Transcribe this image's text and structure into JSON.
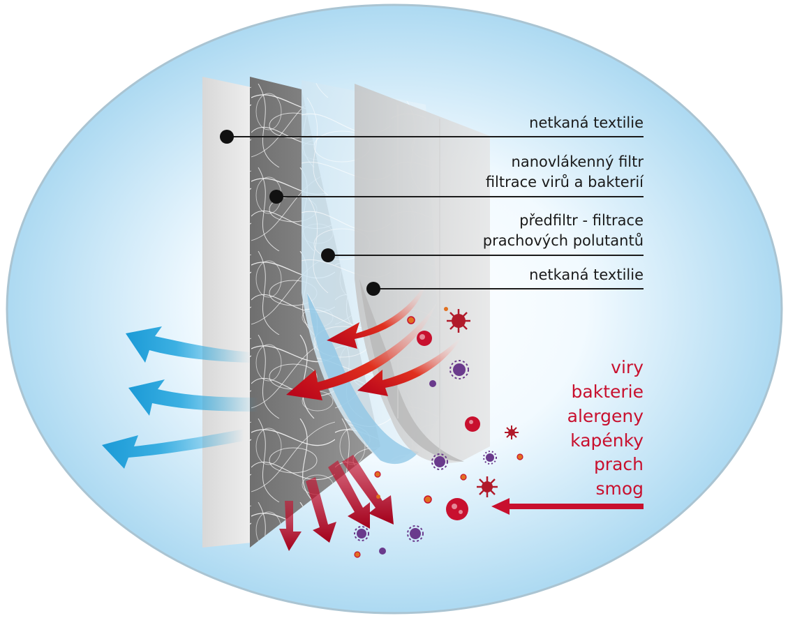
{
  "labels": {
    "layer1": "netkaná textilie",
    "layer2_line1": "nanovlákenný filtr",
    "layer2_line2": "filtrace virů a bakterií",
    "layer3_line1": "předfiltr - filtrace",
    "layer3_line2": "prachových polutantů",
    "layer4": "netkaná textilie"
  },
  "pollutants": [
    "viry",
    "bakterie",
    "alergeny",
    "kapénky",
    "prach",
    "smog"
  ],
  "colors": {
    "background_center": "#ffffff",
    "background_edge": "#9fd3ef",
    "outline": "#aac4d2",
    "clean_air": "#29a8df",
    "polluted_air": "#c8102e",
    "virus_purple": "#6a3a8c",
    "virus_red": "#c8102e",
    "virus_orange": "#e07020"
  }
}
